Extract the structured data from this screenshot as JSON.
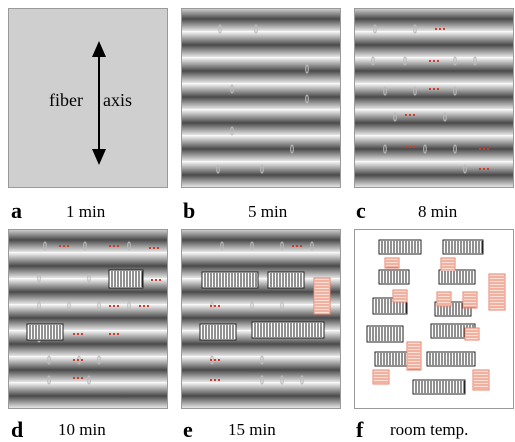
{
  "panels": [
    {
      "label": "a",
      "caption": "1 min"
    },
    {
      "label": "b",
      "caption": "5 min"
    },
    {
      "label": "c",
      "caption": "8 min"
    },
    {
      "label": "d",
      "caption": "10 min"
    },
    {
      "label": "e",
      "caption": "15 min"
    },
    {
      "label": "f",
      "caption": "room temp."
    }
  ],
  "axis_label_left": "fiber",
  "axis_label_right": "axis",
  "colors": {
    "band_dark": "#4a4a4a",
    "band_light": "#ffffff",
    "panel_a_bg": "#cfcfcf",
    "red_mark": "#d23a2a",
    "crystal_fill": "#ffffff",
    "crystal_line": "#222222",
    "salmon": "#e8826b"
  }
}
